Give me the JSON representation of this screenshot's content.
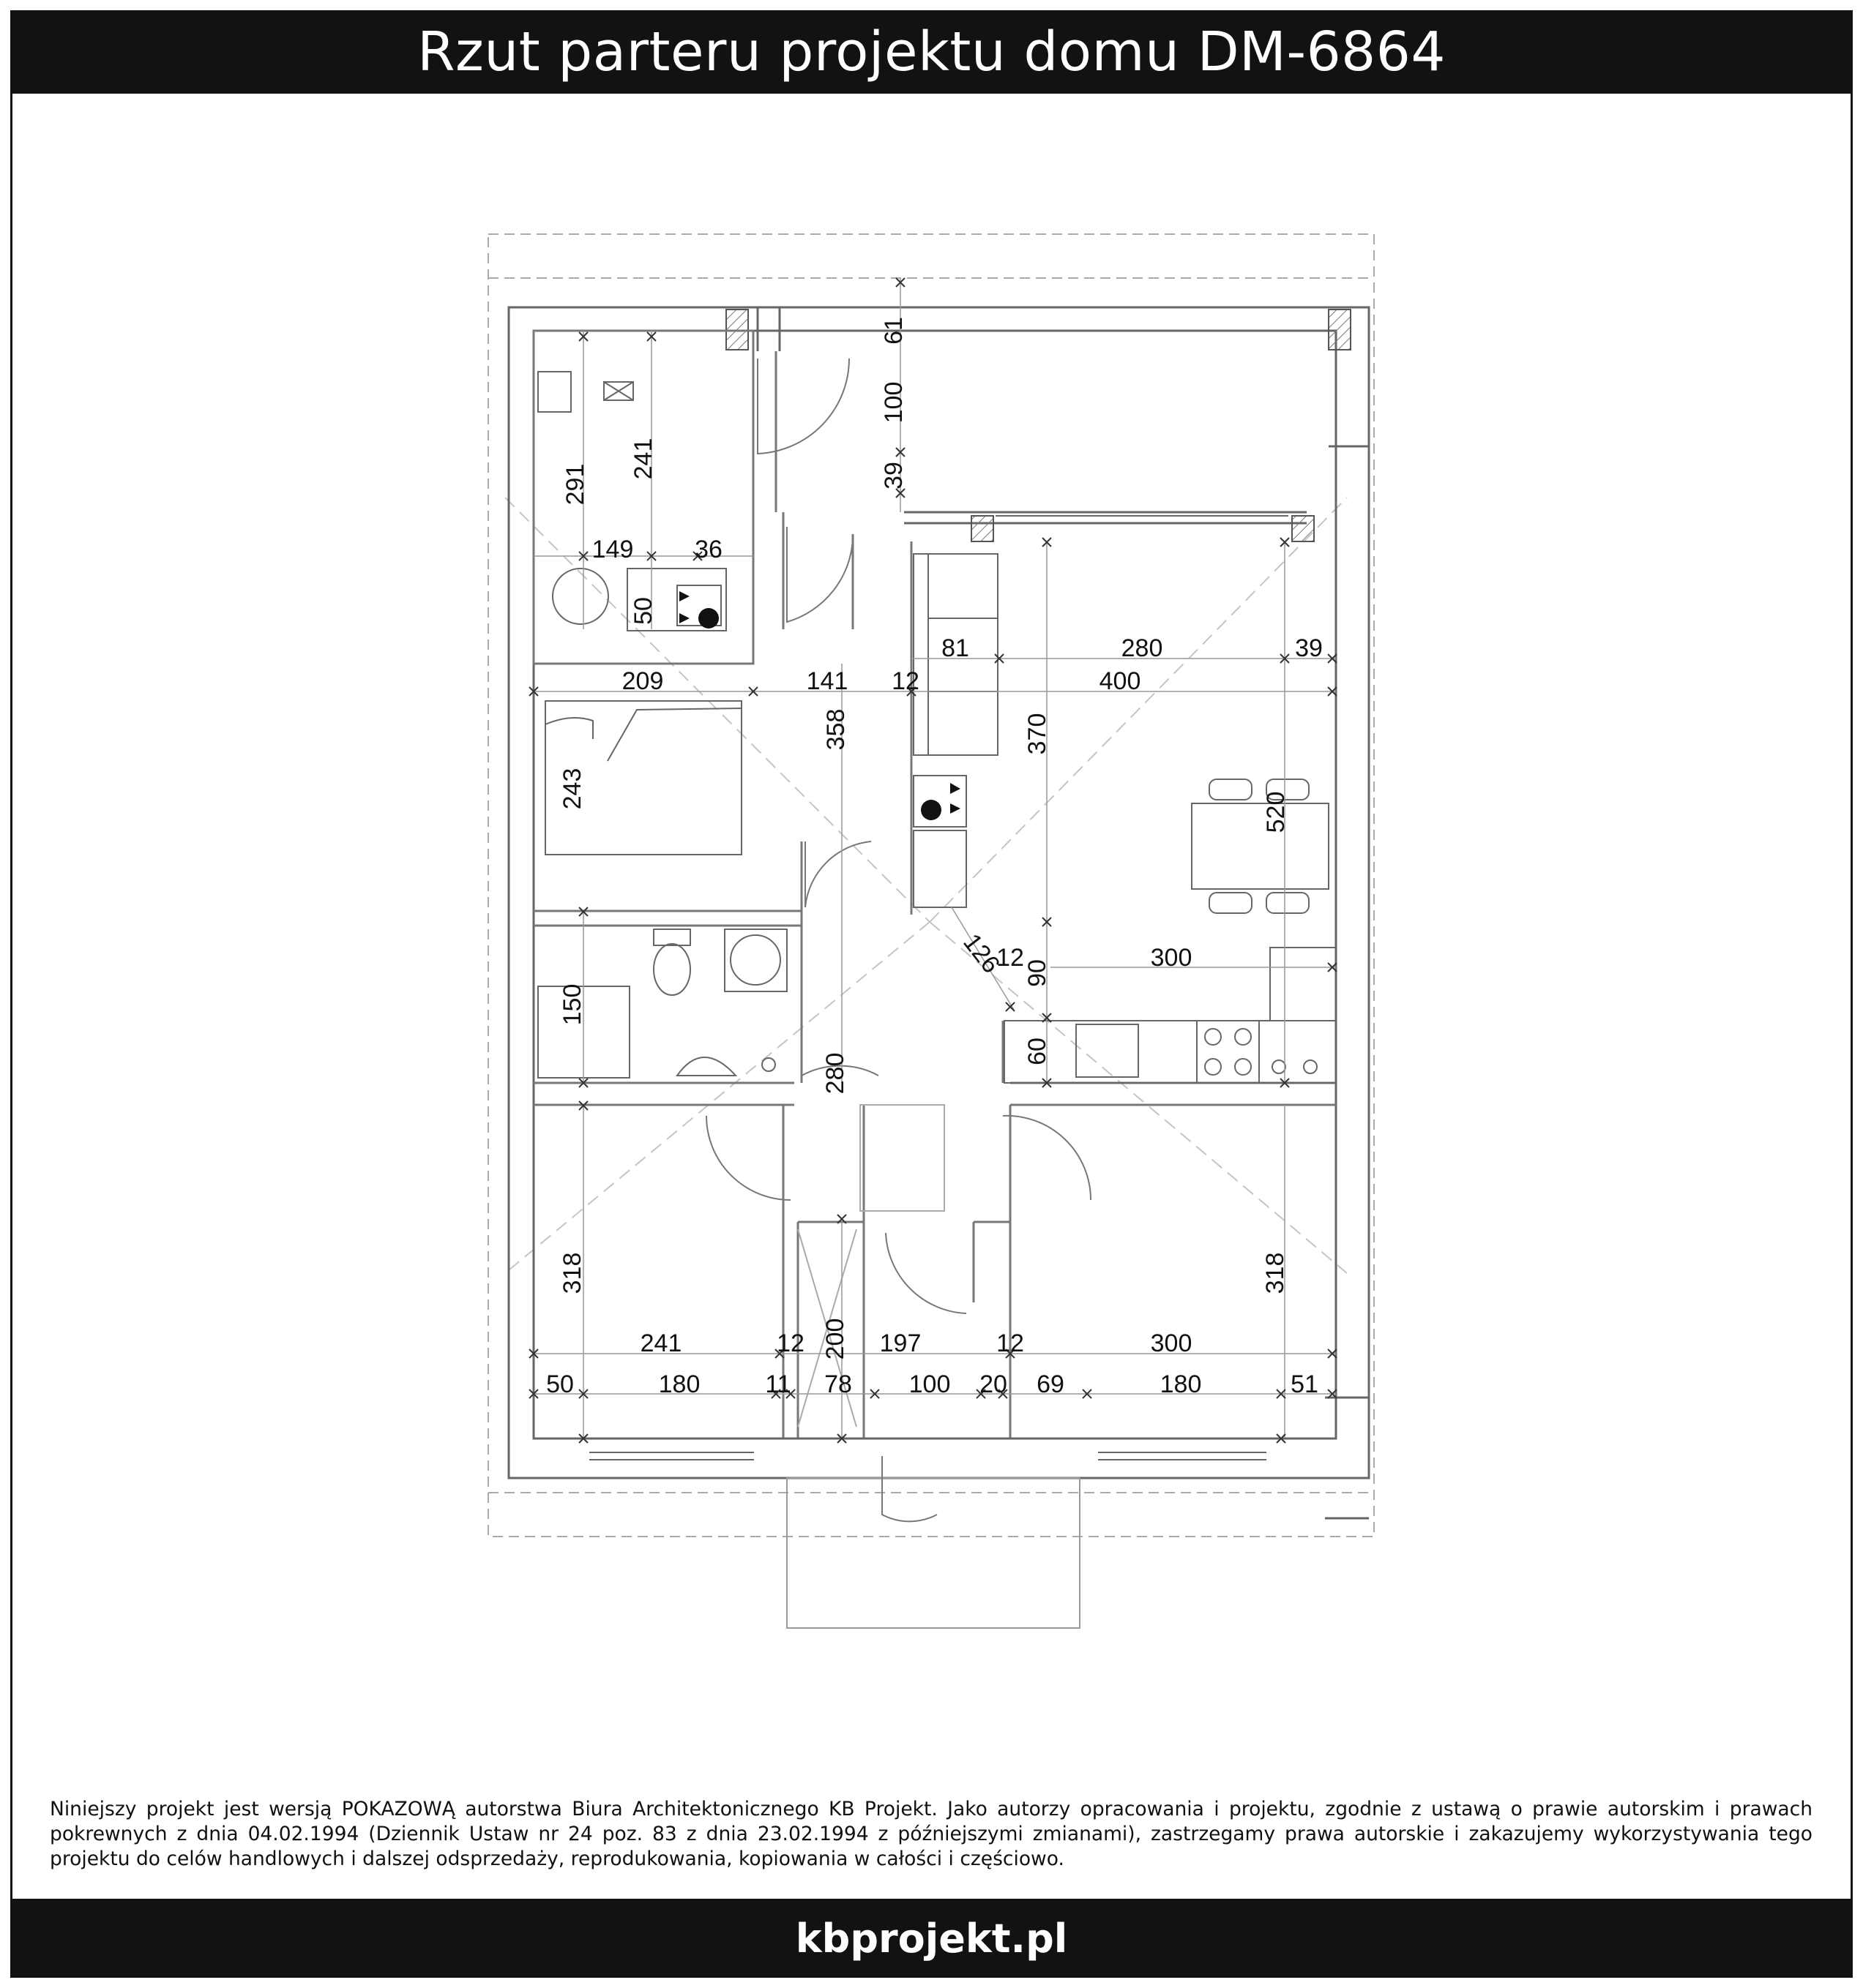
{
  "title": "Rzut parteru projektu domu DM-6864",
  "footer": {
    "site": "kbprojekt.pl",
    "notice": "Niniejszy projekt jest wersją POKAZOWĄ autorstwa Biura Architektonicznego KB Projekt. Jako autorzy opracowania i projektu, zgodnie z ustawą o prawie autorskim i prawach pokrewnych z dnia 04.02.1994 (Dziennik Ustaw nr 24 poz. 83 z dnia 23.02.1994 z późniejszymi zmianami), zastrzegamy prawa autorskie i zakazujemy wykorzystywania tego projektu do celów handlowych i dalszej odsprzedaży, reprodukowania, kopiowania w całości i częściowo."
  },
  "dimensions": {
    "d61": "61",
    "d100a": "100",
    "d39a": "39",
    "d241v": "241",
    "d291": "291",
    "d149": "149",
    "d36": "36",
    "d50v": "50",
    "d81": "81",
    "d280a": "280",
    "d39b": "39",
    "d209": "209",
    "d141": "141",
    "d12a": "12",
    "d400": "400",
    "d358": "358",
    "d370": "370",
    "d243": "243",
    "d520": "520",
    "d126": "126",
    "d12b": "12",
    "d90": "90",
    "d300a": "300",
    "d150": "150",
    "d60": "60",
    "d280b": "280",
    "d318a": "318",
    "d318b": "318",
    "d241h": "241",
    "d12c": "12",
    "d200": "200",
    "d197": "197",
    "d12d": "12",
    "d300b": "300",
    "d50h": "50",
    "d180a": "180",
    "d11": "11",
    "d78": "78",
    "d100b": "100",
    "d20": "20",
    "d69": "69",
    "d180b": "180",
    "d51": "51"
  }
}
